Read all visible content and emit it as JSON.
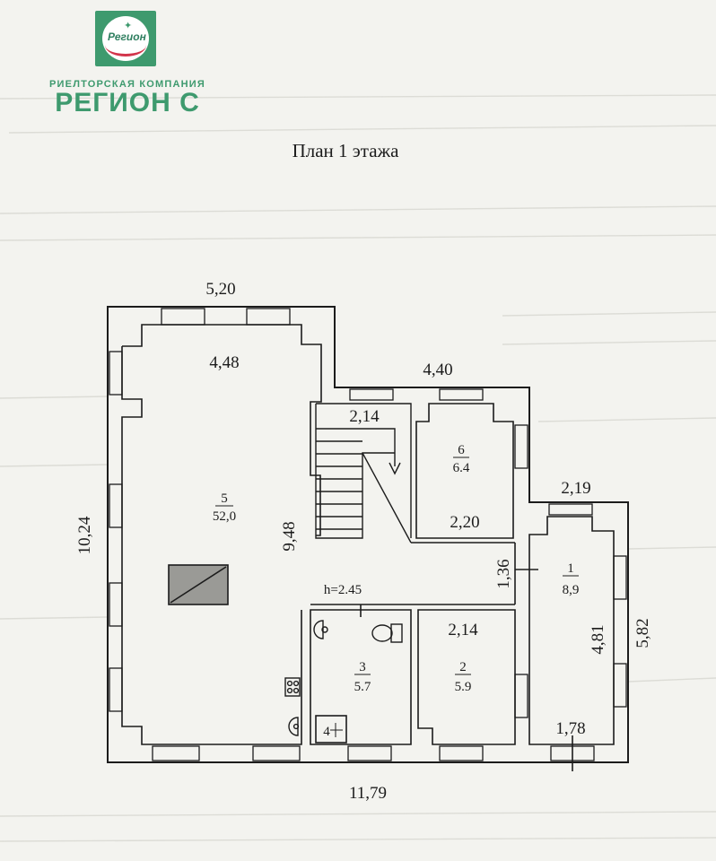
{
  "brand": {
    "logo_word": "Регион",
    "subtitle": "РИЕЛТОРСКАЯ КОМПАНИЯ",
    "name": "РЕГИОН С",
    "color": "#3e9a6e",
    "accent": "#d2344a"
  },
  "plan": {
    "title": "План 1 этажа",
    "dimensions": {
      "top_left_width": "5,20",
      "hall_inner_width": "4,48",
      "middle_width": "4,40",
      "stair_width": "2,14",
      "right_width": "2,19",
      "room6_width": "2,20",
      "corridor_width": "1,36",
      "bath_width": "2,14",
      "left_height": "10,24",
      "hall_height": "9,48",
      "room1_height": "4,81",
      "right_height": "5,82",
      "room1_bottom_width": "1,78",
      "bottom_total": "11,79"
    },
    "ceiling_height": "h=2.45",
    "rooms": [
      {
        "num": "1",
        "area": "8,9"
      },
      {
        "num": "2",
        "area": "5.9"
      },
      {
        "num": "3",
        "area": "5.7"
      },
      {
        "num": "4",
        "area": ""
      },
      {
        "num": "5",
        "area": "52,0"
      },
      {
        "num": "6",
        "area": "6.4"
      }
    ]
  }
}
